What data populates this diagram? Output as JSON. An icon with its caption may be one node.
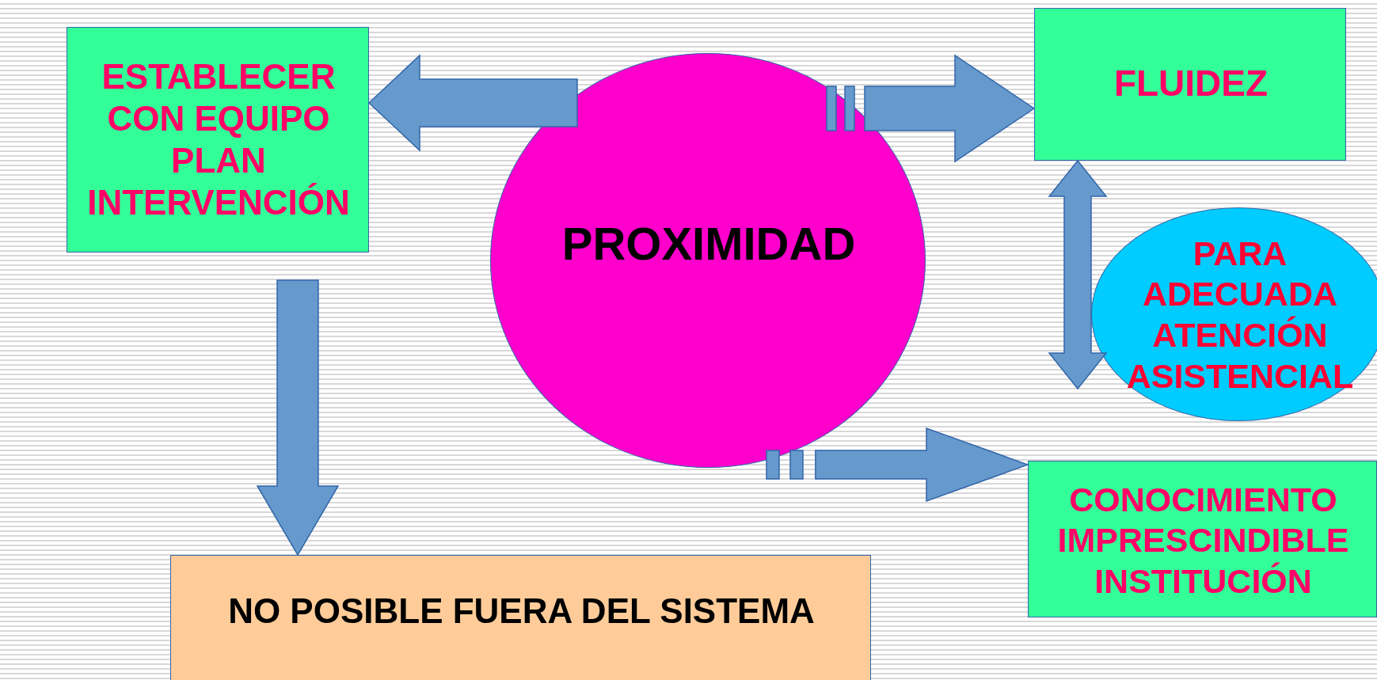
{
  "diagram": {
    "nodes": [
      {
        "text": [
          "ESTABLECER CON EQUIPO PLAN INTERVENCIÓN"
        ]
      },
      {
        "text": [
          "PROXIMIDAD"
        ]
      },
      {
        "text": [
          "FLUIDEZ"
        ]
      },
      {
        "text": [
          "PARA ADECUADA ATENCIÓN ASISTENCIAL"
        ]
      },
      {
        "text": [
          "CONOCIMIENTO IMPRESCINDIBLE INSTITUCIÓN"
        ]
      },
      {
        "text": [
          "NO POSIBLE FUERA DEL SISTEMA"
        ]
      }
    ],
    "edges": [
      {
        "from": 1,
        "to": 0,
        "arrow": "to"
      },
      {
        "from": 1,
        "to": 2,
        "arrow": "to"
      },
      {
        "from": 2,
        "to": 3,
        "arrow": "both"
      },
      {
        "from": 1,
        "to": 4,
        "arrow": "to"
      },
      {
        "from": 0,
        "to": 5,
        "arrow": "to"
      }
    ]
  }
}
